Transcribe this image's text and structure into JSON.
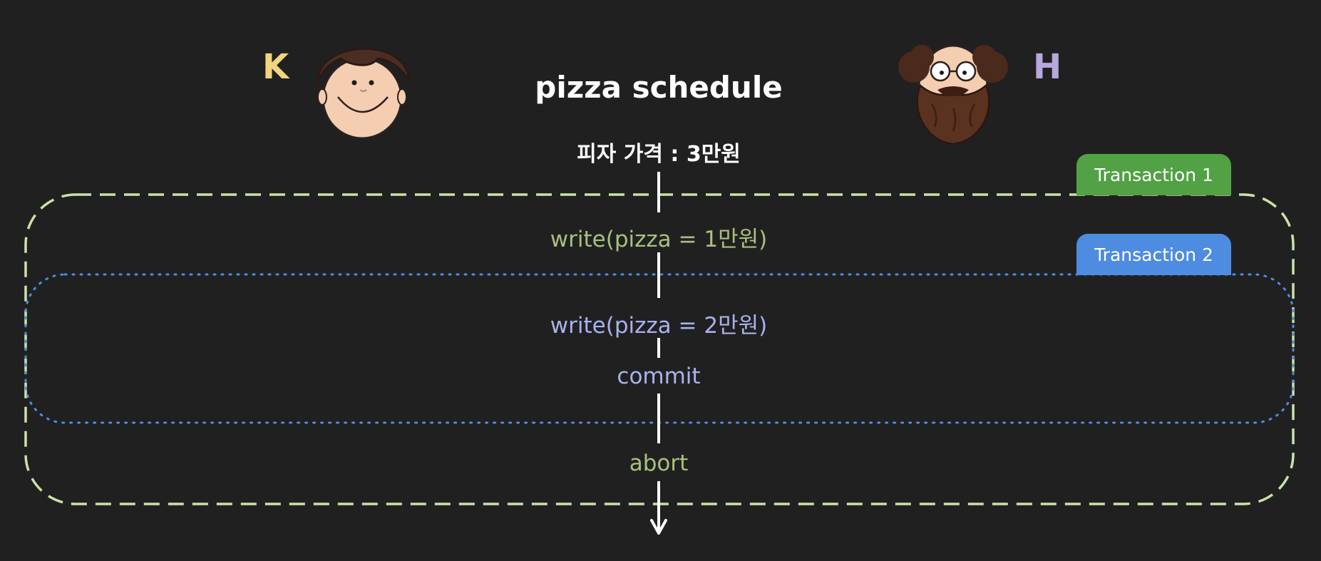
{
  "title": "pizza schedule",
  "initial_price": "피자 가격 : 3만원",
  "steps": {
    "write1": "write(pizza = 1만원)",
    "write2": "write(pizza = 2만원)",
    "commit": "commit",
    "abort": "abort"
  },
  "users": {
    "left": "K",
    "right": "H"
  },
  "transactions": {
    "t1_label": "Transaction 1",
    "t2_label": "Transaction 2"
  },
  "colors": {
    "background": "#212021",
    "transaction1": "#52a145",
    "transaction1_text": "#a9c07e",
    "transaction1_border": "#c8e3a8",
    "transaction2": "#4e8ce2",
    "transaction2_text": "#a8b3ec",
    "k_letter": "#f2d57e",
    "h_letter": "#b6a8dd"
  }
}
